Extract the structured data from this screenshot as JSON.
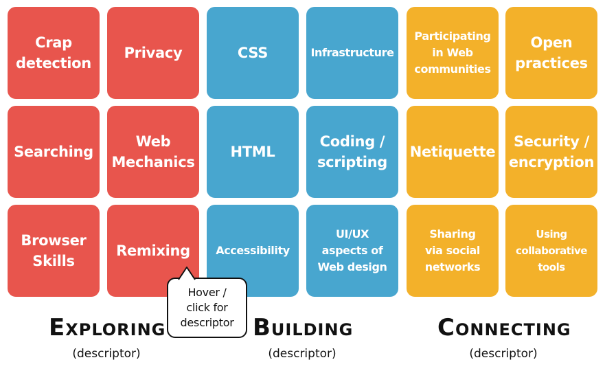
{
  "colors": {
    "exploring": "#E8554D",
    "building": "#48A6CF",
    "connecting": "#F3B12A",
    "tile_text": "#FFFFFF",
    "heading_text": "#111111"
  },
  "tiles": {
    "exploring": [
      {
        "label": "Crap\ndetection"
      },
      {
        "label": "Privacy"
      },
      {
        "label": "Searching"
      },
      {
        "label": "Web\nMechanics"
      },
      {
        "label": "Browser\nSkills"
      },
      {
        "label": "Remixing"
      }
    ],
    "building": [
      {
        "label": "CSS"
      },
      {
        "label": "Infrastructure"
      },
      {
        "label": "HTML"
      },
      {
        "label": "Coding /\nscripting"
      },
      {
        "label": "Accessibility"
      },
      {
        "label": "UI/UX\naspects of\nWeb design"
      }
    ],
    "connecting": [
      {
        "label": "Participating\nin Web\ncommunities"
      },
      {
        "label": "Open\npractices"
      },
      {
        "label": "Netiquette"
      },
      {
        "label": "Security /\nencryption"
      },
      {
        "label": "Sharing\nvia social\nnetworks"
      },
      {
        "label": "Using\ncollaborative\ntools"
      }
    ]
  },
  "headings": {
    "exploring": {
      "title": "Exploring",
      "descriptor": "(descriptor)"
    },
    "building": {
      "title": "Building",
      "descriptor": "(descriptor)"
    },
    "connecting": {
      "title": "Connecting",
      "descriptor": "(descriptor)"
    }
  },
  "tooltip": {
    "text": "Hover /\nclick for\ndescriptor"
  }
}
